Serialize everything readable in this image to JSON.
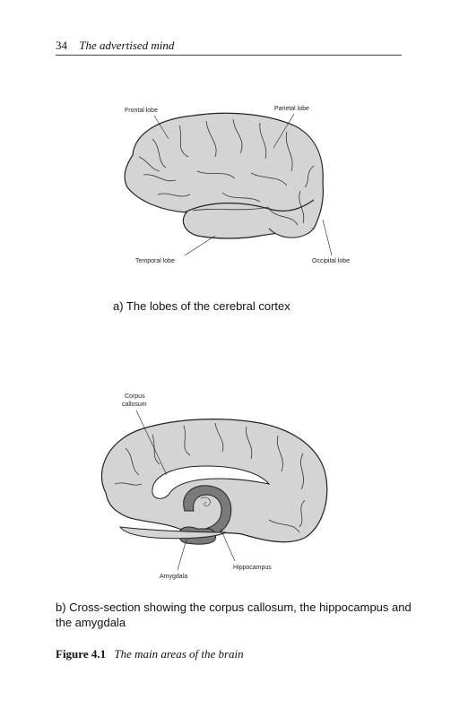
{
  "header": {
    "page_number": "34",
    "title": "The advertised mind"
  },
  "figure_a": {
    "labels": {
      "frontal": "Frontal lobe",
      "parietal": "Parietal lobe",
      "temporal": "Temporal lobe",
      "occipital": "Occipital lobe"
    },
    "caption": "a) The lobes of the cerebral cortex"
  },
  "figure_b": {
    "labels": {
      "corpus_line1": "Corpus",
      "corpus_line2": "callosum",
      "hippocampus": "Hippocampus",
      "amygdala": "Amygdala"
    },
    "caption": "b) Cross-section showing the corpus callosum, the hippocampus and the amygdala"
  },
  "figure_caption": {
    "number": "Figure 4.1",
    "text": "The main areas of the brain"
  },
  "colors": {
    "brain_fill": "#d4d4d4",
    "outline": "#222222",
    "hippocampus": "#7a7a7a",
    "callosum": "#ffffff"
  }
}
